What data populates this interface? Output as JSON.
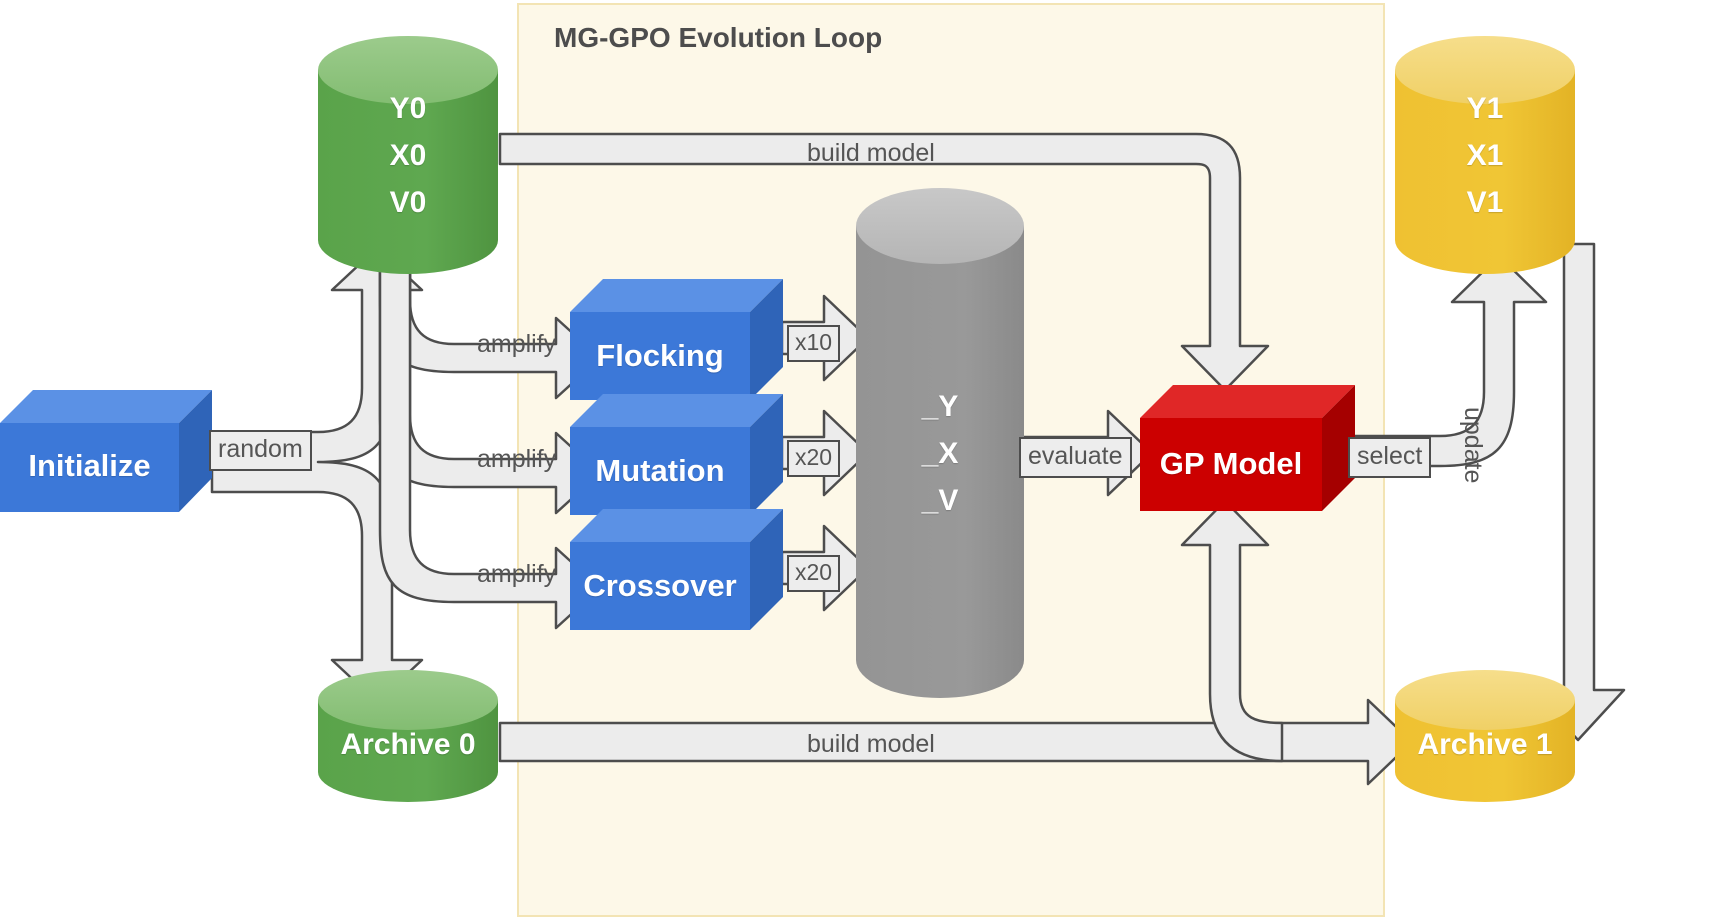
{
  "diagram": {
    "title": "MG-GPO Evolution Loop",
    "colors": {
      "blue": "#3c78d8",
      "blue_top": "#5b91e5",
      "blue_side": "#2f64b8",
      "green": "#5aa34a",
      "green_top": "#8cc47d",
      "yellow": "#efc132",
      "yellow_top": "#f4d978",
      "gray": "#949494",
      "gray_top": "#bfbfbf",
      "red": "#cc0000",
      "red_top": "#e02727",
      "red_side": "#a50000",
      "arrow_fill": "#ececec",
      "arrow_stroke": "#4d4d4d",
      "loop_bg": "#fdf8e8",
      "loop_border": "#f5e6b8",
      "text_dark": "#555555"
    },
    "nodes": {
      "initialize": {
        "label": "Initialize"
      },
      "pop0": {
        "lines": [
          "Y0",
          "X0",
          "V0"
        ]
      },
      "archive0": {
        "label": "Archive 0"
      },
      "flocking": {
        "label": "Flocking"
      },
      "mutation": {
        "label": "Mutation"
      },
      "crossover": {
        "label": "Crossover"
      },
      "candidates": {
        "lines": [
          "_Y",
          "_X",
          "_V"
        ]
      },
      "gp_model": {
        "label": "GP Model"
      },
      "pop1": {
        "lines": [
          "Y1",
          "X1",
          "V1"
        ]
      },
      "archive1": {
        "label": "Archive 1"
      }
    },
    "edges": {
      "random": "random",
      "amplify_flocking": "amplify",
      "amplify_mutation": "amplify",
      "amplify_crossover": "amplify",
      "mult_flocking": "x10",
      "mult_mutation": "x20",
      "mult_crossover": "x20",
      "evaluate": "evaluate",
      "build_model_top": "build model",
      "build_model_bottom": "build model",
      "select": "select",
      "update": "update"
    }
  }
}
